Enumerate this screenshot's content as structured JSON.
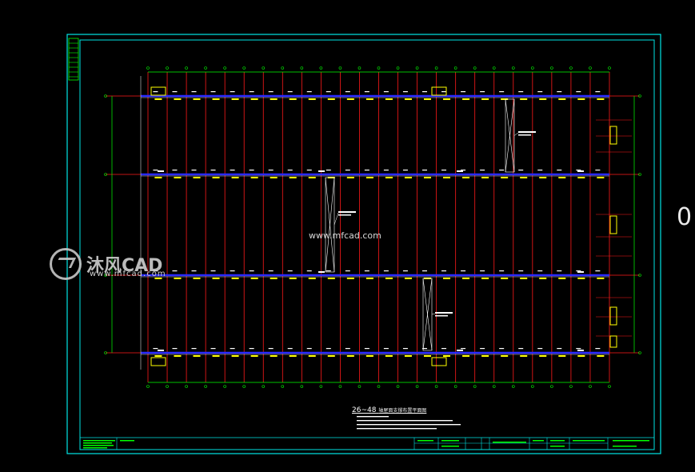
{
  "watermark": {
    "logo_text": "沐风CAD",
    "logo_url": "www.mfcad.com",
    "center_url": "www.mfcad.com"
  },
  "drawing": {
    "title": "26~48",
    "title_suffix": "轴屋面支撑布置平面图",
    "side_char": "0"
  },
  "colors": {
    "frame": "#00e5e5",
    "grid": "#ff1a1a",
    "beam": "#2a2aff",
    "dim": "#00ff00",
    "tag": "#ffff00",
    "text": "#ffffff",
    "background": "#000000"
  }
}
